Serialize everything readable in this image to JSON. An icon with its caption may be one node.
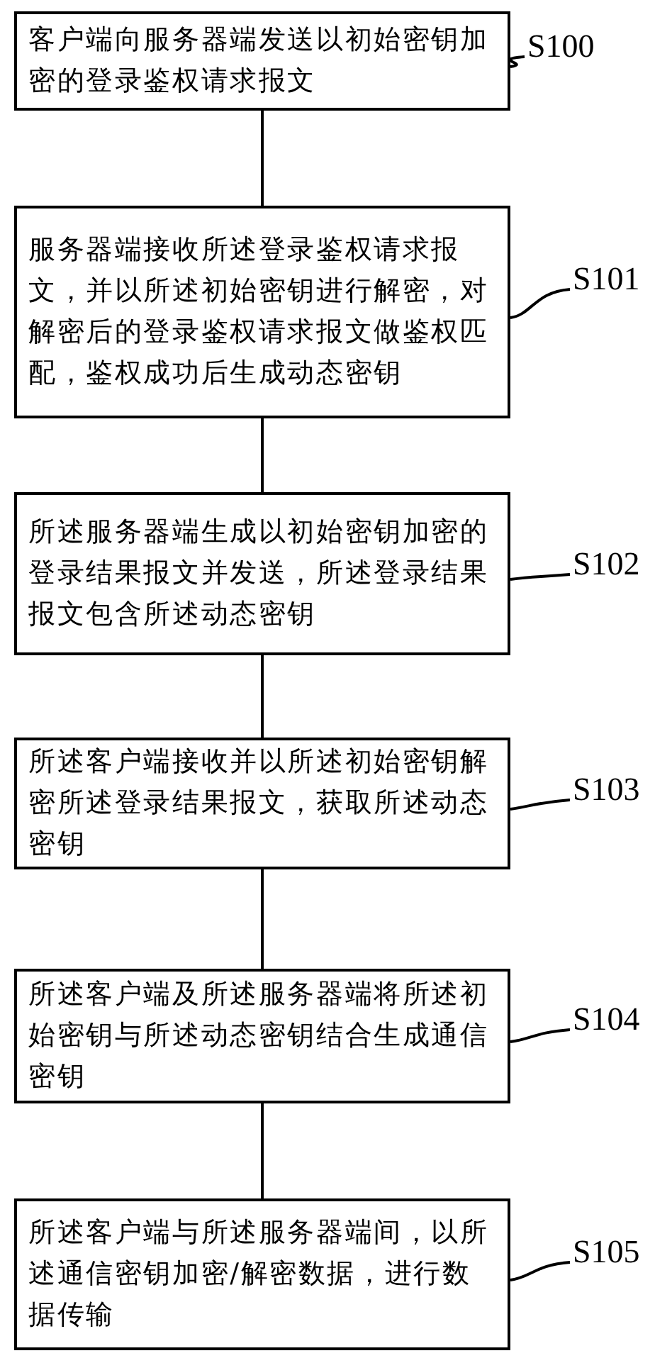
{
  "diagram": {
    "nodes": [
      {
        "text": [
          "客户端向服务器端发送以初始密钥加密的登录鉴权请求报文"
        ]
      },
      {
        "text": [
          "S100"
        ]
      },
      {
        "text": [
          "服务器端接收所述登录鉴权请求报文，并以所述初始密钥进行解密，对解密后的登录鉴权请求报文做鉴权匹配，鉴权成功后生成动态密钥"
        ]
      },
      {
        "text": [
          "S101"
        ]
      },
      {
        "text": [
          "所述服务器端生成以初始密钥加密的登录结果报文并发送，所述登录结果报文包含所述动态密钥"
        ]
      },
      {
        "text": [
          "S102"
        ]
      },
      {
        "text": [
          "所述客户端接收并以所述初始密钥解密所述登录结果报文，获取所述动态密钥"
        ]
      },
      {
        "text": [
          "S103"
        ]
      },
      {
        "text": [
          "所述客户端及所述服务器端将所述初始密钥与所述动态密钥结合生成通信密钥"
        ]
      },
      {
        "text": [
          "S104"
        ]
      },
      {
        "text": [
          "所述客户端与所述服务器端间，以所述通信密钥加密/解密数据，进行数据传输"
        ]
      },
      {
        "text": [
          "S105"
        ]
      }
    ],
    "edges": [
      {
        "from": 0,
        "to": 2,
        "arrow": "none"
      },
      {
        "from": 2,
        "to": 4,
        "arrow": "none"
      },
      {
        "from": 4,
        "to": 6,
        "arrow": "none"
      },
      {
        "from": 6,
        "to": 8,
        "arrow": "none"
      },
      {
        "from": 8,
        "to": 10,
        "arrow": "none"
      },
      {
        "from": 1,
        "to": 0,
        "arrow": "none"
      },
      {
        "from": 3,
        "to": 2,
        "arrow": "none"
      },
      {
        "from": 5,
        "to": 4,
        "arrow": "none"
      },
      {
        "from": 7,
        "to": 6,
        "arrow": "none"
      },
      {
        "from": 9,
        "to": 8,
        "arrow": "none"
      },
      {
        "from": 11,
        "to": 10,
        "arrow": "none"
      }
    ]
  }
}
